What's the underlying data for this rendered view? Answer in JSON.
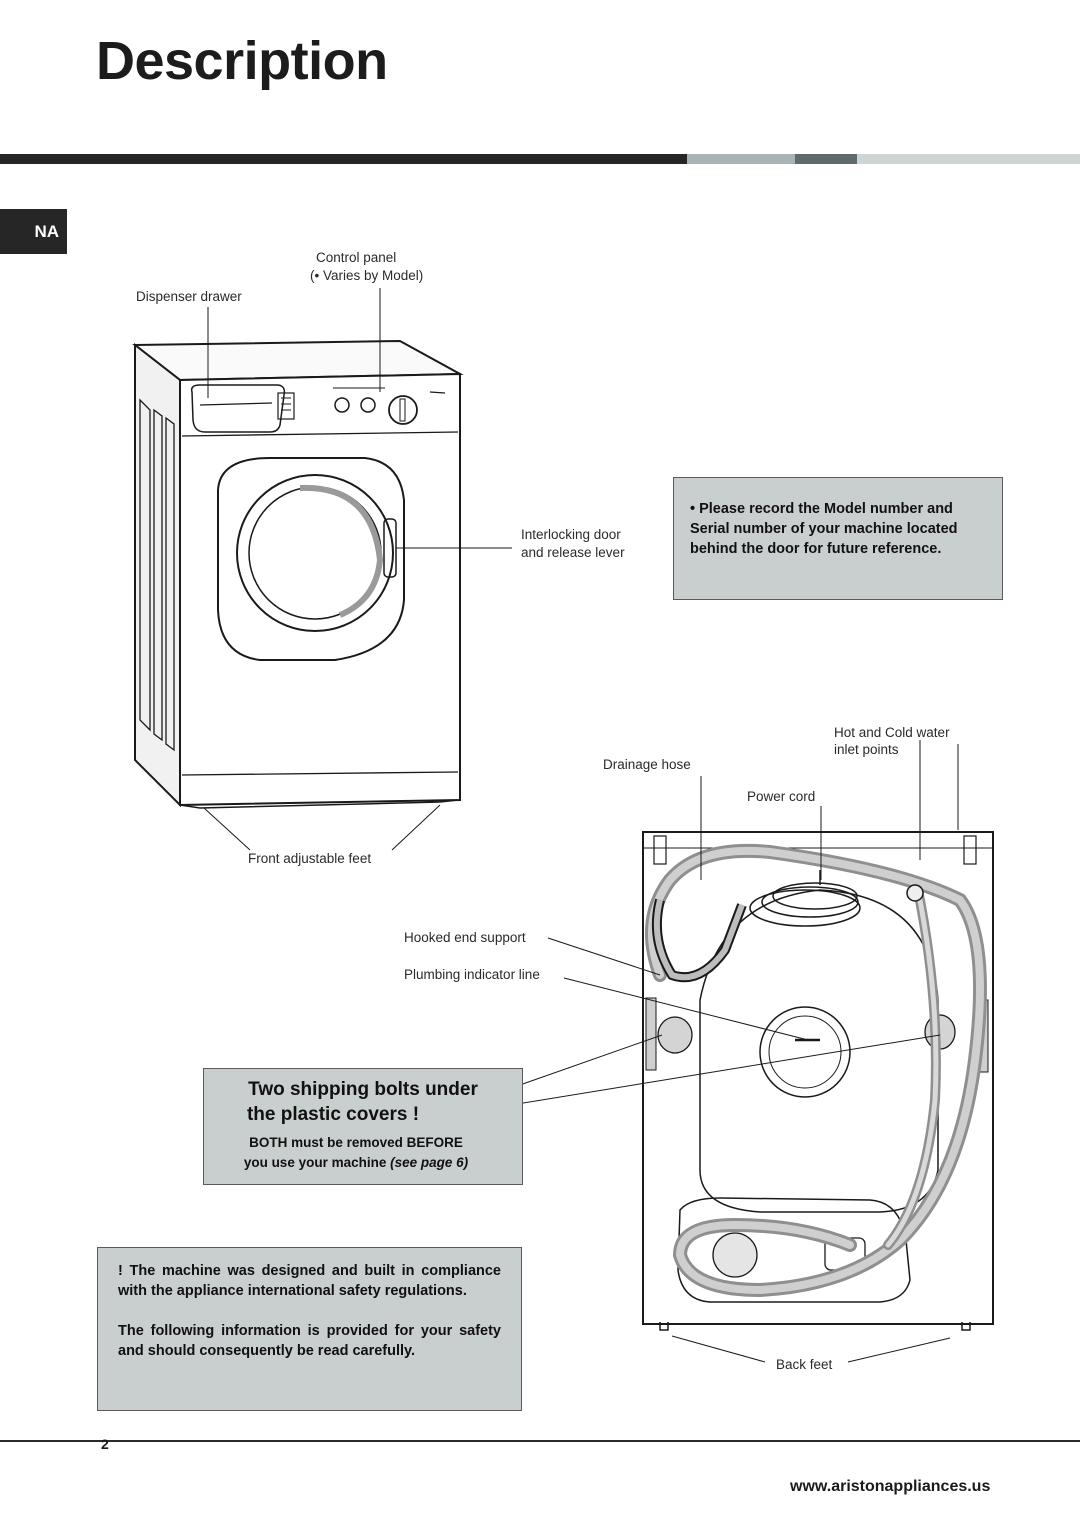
{
  "page": {
    "title": "Description",
    "section_tab": "NA",
    "number": "2",
    "website": "www.aristonappliances.us"
  },
  "rule_colors": [
    "#262626",
    "#a9b3b3",
    "#5e6a6c",
    "#cfd5d5"
  ],
  "labels": {
    "control_panel": "Control panel",
    "varies_by_model": "(• Varies by Model)",
    "dispenser_drawer": "Dispenser drawer",
    "interlocking_door": "Interlocking door",
    "release_lever": "and release lever",
    "front_feet": "Front adjustable feet",
    "hot_cold_water": "Hot and Cold water",
    "inlet_points": "inlet points",
    "drainage_hose": "Drainage hose",
    "power_cord": "Power cord",
    "hooked_end_support": "Hooked end support",
    "plumbing_indicator": "Plumbing indicator line",
    "back_feet": "Back feet"
  },
  "notes": {
    "record": "• Please record the Model number and Serial number of your machine located behind the door for future reference.",
    "bolts_title": "Two shipping bolts under",
    "bolts_title_2": "the plastic covers !",
    "bolts_note_1": "BOTH must be removed BEFORE",
    "bolts_note_2": "you use your machine",
    "bolts_note_ref": "(see page 6)",
    "safety_1": "! The machine was designed and built in compliance with the appliance international safety regulations.",
    "safety_2": "The following information is provided for your safety and should consequently be read carefully."
  },
  "box_color": "#c9cfce"
}
